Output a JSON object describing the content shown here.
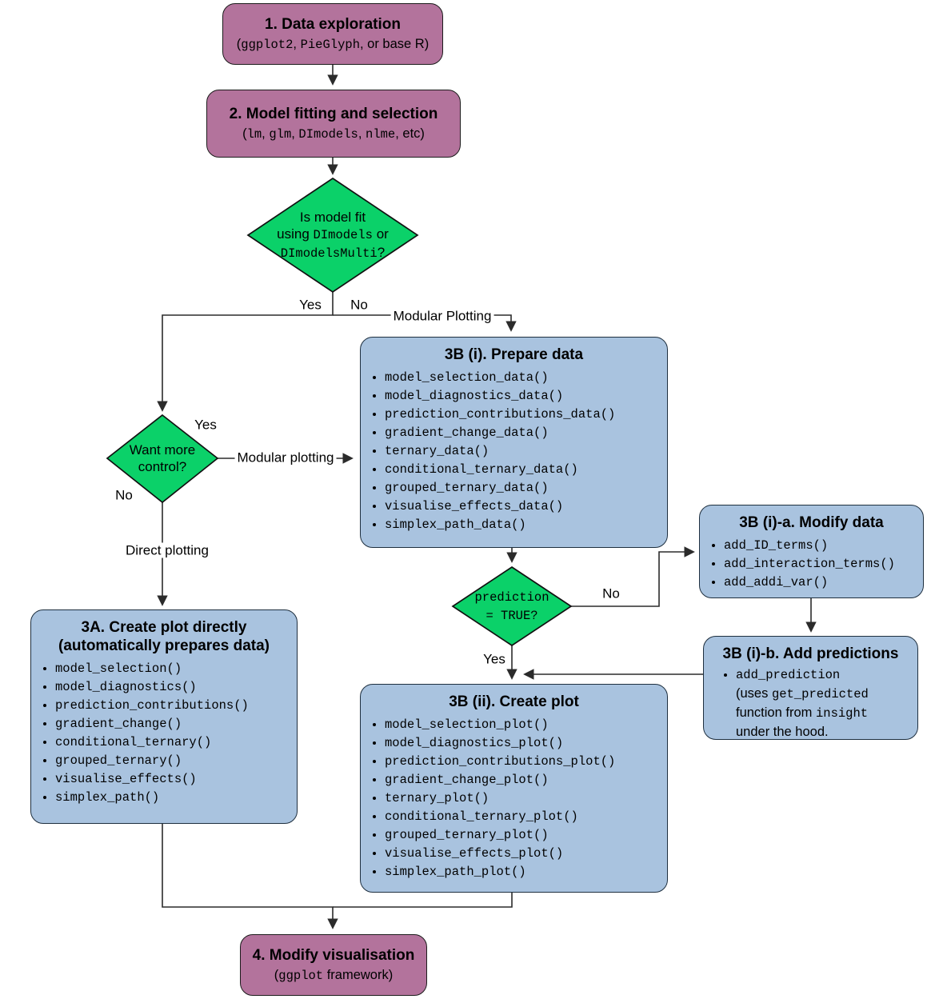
{
  "colors": {
    "purple_fill": "#b3739c",
    "blue_fill": "#a9c3df",
    "green_fill": "#0bd169",
    "border": "#1c1c1c",
    "line": "#2b2b2b"
  },
  "nodes": {
    "step1": {
      "title": "1. Data exploration",
      "subtitle": [
        {
          "t": "(",
          "m": 0
        },
        {
          "t": "ggplot2",
          "m": 1
        },
        {
          "t": ", ",
          "m": 0
        },
        {
          "t": "PieGlyph",
          "m": 1
        },
        {
          "t": ", or base R)",
          "m": 0
        }
      ]
    },
    "step2": {
      "title": "2. Model fitting and selection",
      "subtitle": [
        {
          "t": "(",
          "m": 0
        },
        {
          "t": "lm",
          "m": 1
        },
        {
          "t": ", ",
          "m": 0
        },
        {
          "t": "glm",
          "m": 1
        },
        {
          "t": ", ",
          "m": 0
        },
        {
          "t": "DImodels",
          "m": 1
        },
        {
          "t": ", ",
          "m": 0
        },
        {
          "t": "nlme",
          "m": 1
        },
        {
          "t": ", etc)",
          "m": 0
        }
      ]
    },
    "decision_model_fit": {
      "lines": [
        [
          {
            "t": "Is model fit",
            "m": 0
          }
        ],
        [
          {
            "t": "using ",
            "m": 0
          },
          {
            "t": "DImodels",
            "m": 1
          },
          {
            "t": " or",
            "m": 0
          }
        ],
        [
          {
            "t": "DImodelsMulti",
            "m": 1
          },
          {
            "t": "?",
            "m": 0
          }
        ]
      ]
    },
    "decision_control": {
      "lines": [
        [
          {
            "t": "Want more",
            "m": 0
          }
        ],
        [
          {
            "t": "control?",
            "m": 0
          }
        ]
      ]
    },
    "decision_prediction": {
      "lines": [
        [
          {
            "t": "prediction",
            "m": 1
          }
        ],
        [
          {
            "t": "= TRUE?",
            "m": 1
          }
        ]
      ]
    },
    "step3a": {
      "title_line1": "3A. Create plot directly",
      "title_line2": "(automatically prepares data)",
      "items": [
        "model_selection()",
        "model_diagnostics()",
        "prediction_contributions()",
        "gradient_change()",
        "conditional_ternary()",
        "grouped_ternary()",
        "visualise_effects()",
        "simplex_path()"
      ]
    },
    "step3bi": {
      "title": "3B (i). Prepare data",
      "items": [
        "model_selection_data()",
        "model_diagnostics_data()",
        "prediction_contributions_data()",
        "gradient_change_data()",
        "ternary_data()",
        "conditional_ternary_data()",
        "grouped_ternary_data()",
        "visualise_effects_data()",
        "simplex_path_data()"
      ]
    },
    "step3bia": {
      "title": "3B (i)-a. Modify data",
      "items": [
        "add_ID_terms()",
        "add_interaction_terms()",
        "add_addi_var()"
      ]
    },
    "step3bib": {
      "title": "3B (i)-b. Add predictions",
      "items": [
        "add_prediction"
      ],
      "continuation": [
        [
          {
            "t": "(uses ",
            "m": 0
          },
          {
            "t": "get_predicted",
            "m": 1
          }
        ],
        [
          {
            "t": "function from ",
            "m": 0
          },
          {
            "t": "insight",
            "m": 1
          }
        ],
        [
          {
            "t": "under the hood.",
            "m": 0
          }
        ]
      ]
    },
    "step3bii": {
      "title": "3B (ii). Create plot",
      "items": [
        "model_selection_plot()",
        "model_diagnostics_plot()",
        "prediction_contributions_plot()",
        "gradient_change_plot()",
        "ternary_plot()",
        "conditional_ternary_plot()",
        "grouped_ternary_plot()",
        "visualise_effects_plot()",
        "simplex_path_plot()"
      ]
    },
    "step4": {
      "title": "4. Modify visualisation",
      "subtitle": [
        {
          "t": "(",
          "m": 0
        },
        {
          "t": "ggplot",
          "m": 1
        },
        {
          "t": " framework)",
          "m": 0
        }
      ]
    }
  },
  "edge_labels": {
    "yes1": "Yes",
    "no1": "No",
    "modular_plotting_top": "Modular Plotting",
    "yes2": "Yes",
    "modular_plotting": "Modular plotting",
    "no2": "No",
    "direct_plotting": "Direct plotting",
    "no3": "No",
    "yes3": "Yes"
  }
}
